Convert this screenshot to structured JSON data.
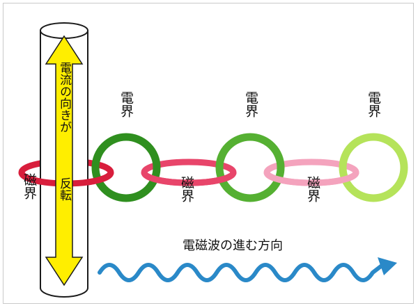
{
  "diagram": {
    "electric_field_label": "電界",
    "magnetic_field_label": "磁界",
    "current_label_line1": "電流の向きが",
    "current_label_line2": "反転",
    "wave_direction_label": "電磁波の進む方向"
  },
  "colors": {
    "electric_field_rings": [
      "#2f8f1f",
      "#55b032",
      "#b5e35a"
    ],
    "magnetic_field_rings": [
      "#d81e3c",
      "#e8456a",
      "#f4a3bd"
    ],
    "current_arrow": "#ffee00",
    "wave_arrow": "#2a89c8",
    "conductor_outline": "#1a1a1a"
  }
}
